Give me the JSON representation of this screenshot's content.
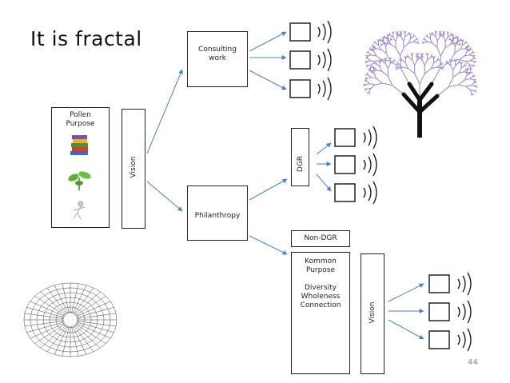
{
  "title": "It is fractal",
  "pollen_box": {
    "lines": [
      "Pollen",
      "Purpose"
    ]
  },
  "vision_1": "Vision",
  "consulting": {
    "lines": [
      "Consulting",
      "work"
    ]
  },
  "philanthropy": "Philanthropy",
  "dgr": "DGR",
  "non_dgr": "Non-DGR",
  "kommon_box": {
    "lines": [
      "Kommon",
      "Purpose",
      "",
      "Diversity",
      "Wholeness",
      "Connection"
    ]
  },
  "vision_2": "Vision",
  "page_number": "44",
  "colors": {
    "arrow": "#4f81bd",
    "tree_purple": "#9a86c8",
    "trunk": "#111111",
    "box_border": "#222222"
  }
}
